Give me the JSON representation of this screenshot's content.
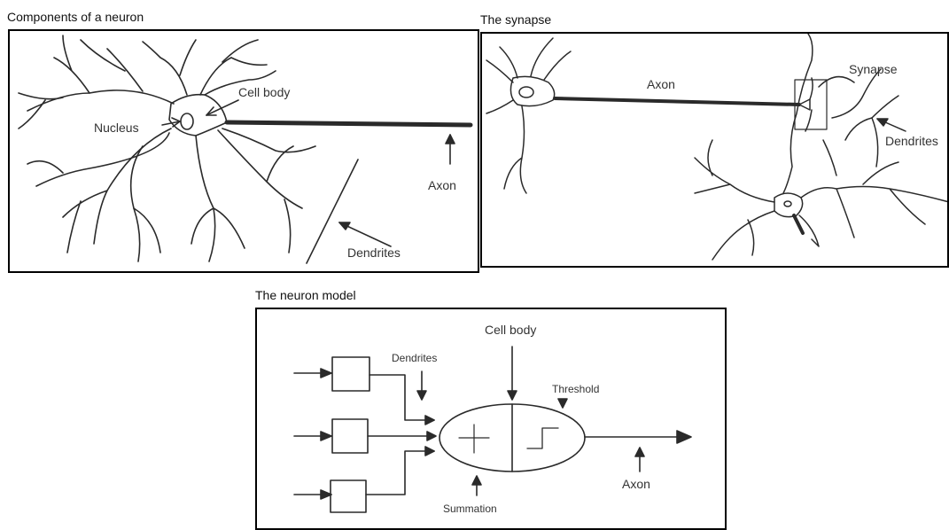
{
  "panel1": {
    "title": "Components of a neuron",
    "labels": {
      "cell_body": "Cell body",
      "nucleus": "Nucleus",
      "axon": "Axon",
      "dendrites": "Dendrites"
    }
  },
  "panel2": {
    "title": "The synapse",
    "labels": {
      "axon": "Axon",
      "synapse": "Synapse",
      "dendrites": "Dendrites"
    }
  },
  "panel3": {
    "title": "The neuron model",
    "labels": {
      "cell_body": "Cell body",
      "dendrites": "Dendrites",
      "threshold": "Threshold",
      "summation": "Summation",
      "axon": "Axon"
    }
  }
}
